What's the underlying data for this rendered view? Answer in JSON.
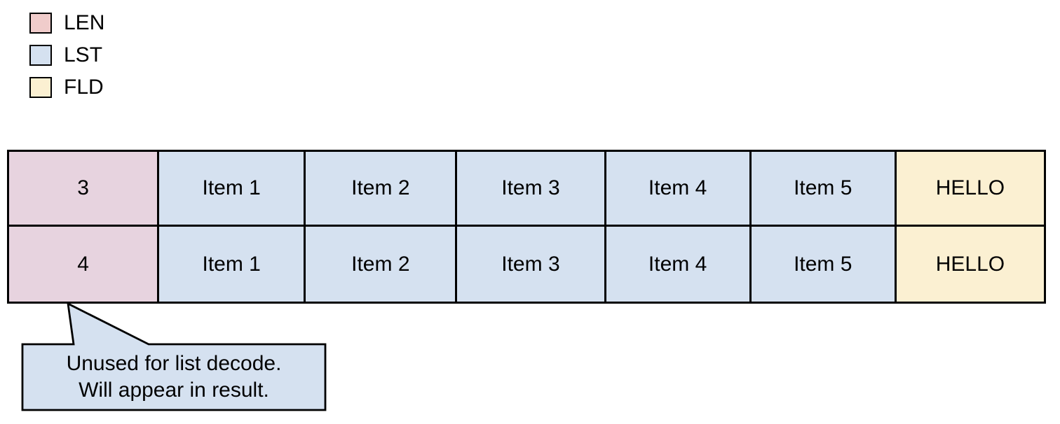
{
  "colors": {
    "legend_len": "#F0CCCB",
    "legend_lst": "#D5E1F0",
    "legend_fld": "#FBF0D2",
    "cell_len": "#E7D3DF",
    "cell_lst": "#D5E1F0",
    "cell_fld": "#FBF0D2",
    "callout_fill": "#D5E1F0",
    "border": "#000000"
  },
  "legend": {
    "items": [
      {
        "label": "LEN",
        "color": "#F0CCCB"
      },
      {
        "label": "LST",
        "color": "#D5E1F0"
      },
      {
        "label": "FLD",
        "color": "#FBF0D2"
      }
    ]
  },
  "table": {
    "rows": [
      {
        "len": "3",
        "items": [
          "Item 1",
          "Item 2",
          "Item 3",
          "Item 4",
          "Item 5"
        ],
        "field": "HELLO"
      },
      {
        "len": "4",
        "items": [
          "Item 1",
          "Item 2",
          "Item 3",
          "Item 4",
          "Item 5"
        ],
        "field": "HELLO"
      }
    ]
  },
  "callout": {
    "line1": "Unused for list decode.",
    "line2": "Will appear in result."
  }
}
